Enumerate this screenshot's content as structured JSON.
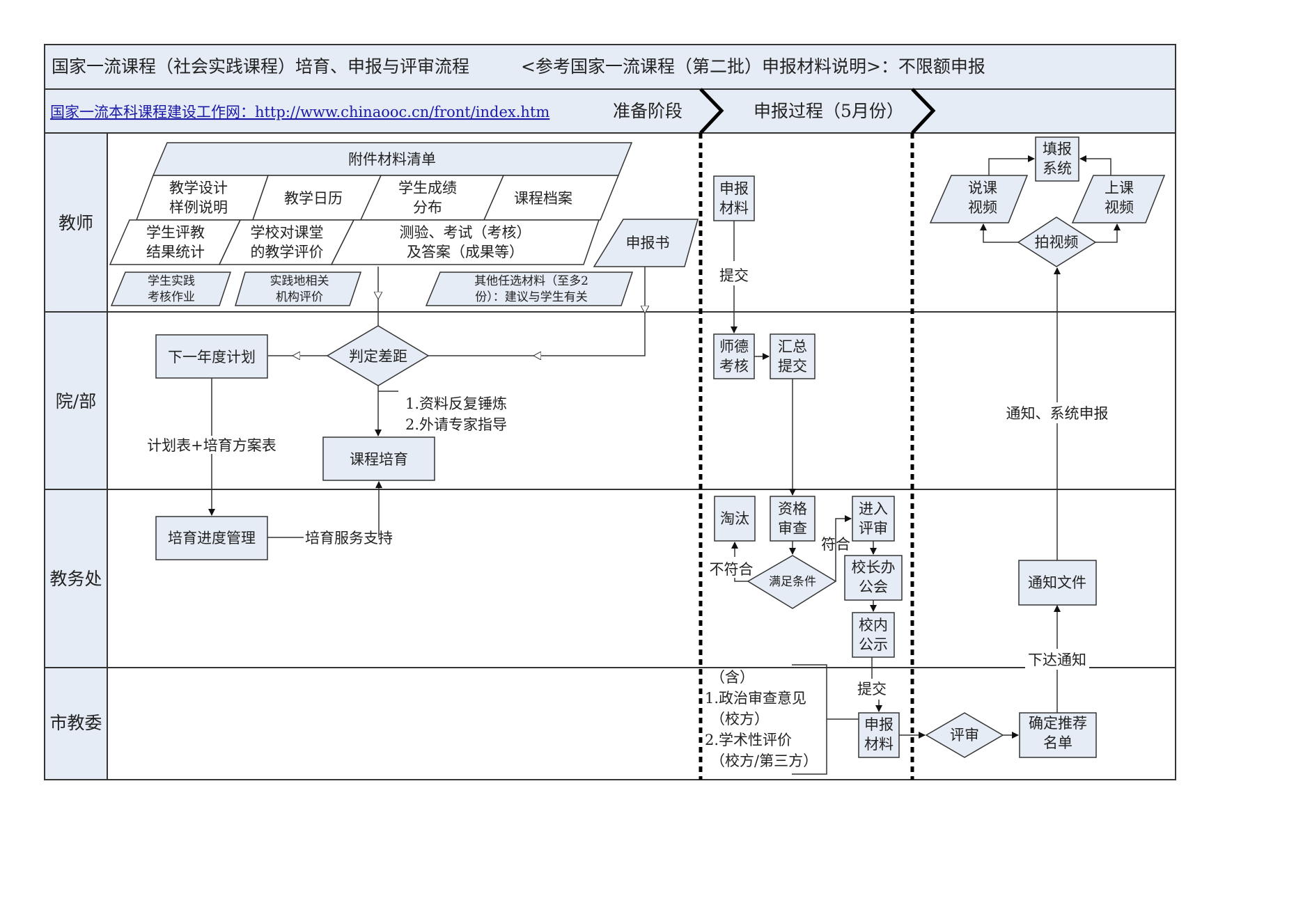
{
  "header": {
    "title": "国家一流课程（社会实践课程）培育、申报与评审流程",
    "reference": "<参考国家一流课程（第二批）申报材料说明>：不限额申报",
    "link_text": "国家一流本科课程建设工作网：http://www.chinaooc.cn/front/index.htm",
    "phase_prep": "准备阶段",
    "phase_apply": "申报过程（5月份）"
  },
  "lanes": [
    "教师",
    "院/部",
    "教务处",
    "市教委"
  ],
  "teacher": {
    "attach_title": "附件材料清单",
    "row1": [
      "教学设计\n样例说明",
      "教学日历",
      "学生成绩\n分布",
      "课程档案"
    ],
    "row2": [
      "学生评教\n结果统计",
      "学校对课堂\n的教学评价",
      "测验、考试（考核）\n及答案（成果等）"
    ],
    "row3": [
      "学生实践\n考核作业",
      "实践地相关\n机构评价",
      "其他任选材料（至多2\n份）：建议与学生有关"
    ],
    "apply_book": "申报书",
    "apply_material": "申报\n材料",
    "submit": "提交",
    "fill_system": "填报\n系统",
    "talk_video": "说课\n视频",
    "class_video": "上课\n视频",
    "shoot_video": "拍视频"
  },
  "college": {
    "judge_gap": "判定差距",
    "next_plan": "下一年度计划",
    "cultivate": "课程培育",
    "notes": [
      "1.资料反复锤炼",
      "2.外请专家指导"
    ],
    "plan_table": "计划表+培育方案表",
    "ethics": "师德\n考核",
    "summary_submit": "汇总\n提交",
    "notice_system": "通知、系统申报"
  },
  "office": {
    "progress_mgmt": "培育进度管理",
    "service_support": "培育服务支持",
    "eliminate": "淘汰",
    "qualify_check": "资格\n审查",
    "enter_review": "进入\n评审",
    "conform": "符合",
    "not_conform": "不符合",
    "meet_condition": "满足条件",
    "principal_meeting": "校长办\n公会",
    "campus_publicity": "校内\n公示",
    "notice_doc": "通知文件",
    "issue_notice": "下达通知"
  },
  "commission": {
    "includes": [
      "（含）",
      "1.政治审查意见",
      "（校方）",
      "2.学术性评价",
      "（校方/第三方）"
    ],
    "submit": "提交",
    "apply_material": "申报\n材料",
    "review": "评审",
    "confirm_list": "确定推荐\n名单"
  },
  "colors": {
    "header_bg": "#e6ecf5",
    "shape_fill": "#e6ecf5",
    "line": "#333333",
    "link": "#1a1aa6"
  }
}
